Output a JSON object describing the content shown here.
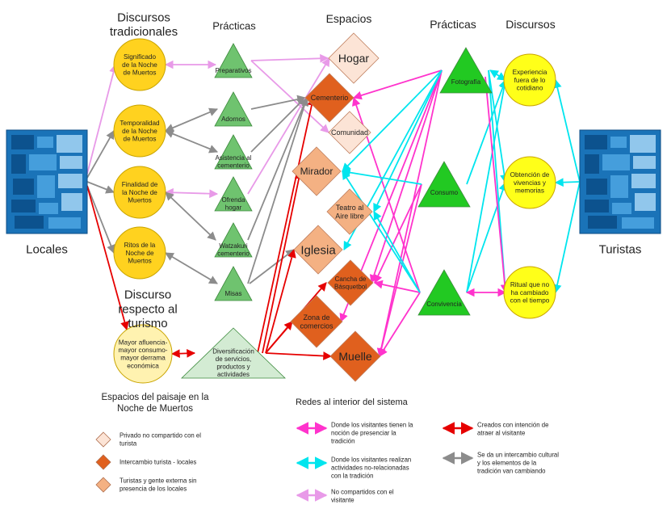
{
  "headers": {
    "discursos_tradicionales": [
      "Discursos",
      "tradicionales"
    ],
    "practicas_left": "Prácticas",
    "espacios": "Espacios",
    "practicas_right": "Prácticas",
    "discursos_right": "Discursos",
    "discurso_turismo": [
      "Discurso",
      "respecto al",
      "turismo"
    ]
  },
  "actors": {
    "locales": "Locales",
    "turistas": "Turistas"
  },
  "discursos_tradicionales": [
    [
      "Significado",
      "de la Noche",
      "de Muertos"
    ],
    [
      "Temporalidad",
      "de la Noche",
      "de Muertos"
    ],
    [
      "Finalidad de",
      "la Noche de",
      "Muertos"
    ],
    [
      "Ritos de la",
      "Noche de",
      "Muertos"
    ]
  ],
  "discurso_turismo_node": [
    "Mayor afluencia-",
    "mayor consumo-",
    "mayor derrama",
    "económica"
  ],
  "practicas_locales": [
    [
      "Preparativos"
    ],
    [
      "Adornos"
    ],
    [
      "Asistencia al",
      "cementerio"
    ],
    [
      "Ofrenda",
      "hogar"
    ],
    [
      "Watzakuri",
      "cementerio"
    ],
    [
      "Misas"
    ]
  ],
  "diversificacion": [
    "Diversificación",
    "de servicios,",
    "productos y",
    "actividades"
  ],
  "espacios": [
    [
      "Hogar"
    ],
    [
      "Cementerio"
    ],
    [
      "Comunidad"
    ],
    [
      "Mirador"
    ],
    [
      "Teatro al",
      "Aire libre"
    ],
    [
      "Iglesia"
    ],
    [
      "Cancha de",
      "Básquetbol"
    ],
    [
      "Zona de",
      "comercios"
    ],
    [
      "Muelle"
    ]
  ],
  "practicas_turistas": [
    [
      "Fotografía"
    ],
    [
      "Consumo"
    ],
    [
      "Convivencia"
    ]
  ],
  "discursos_turistas": [
    [
      "Experiencia",
      "fuera de lo",
      "cotidiano"
    ],
    [
      "Obtención de",
      "vivencias y",
      "memorias"
    ],
    [
      "Ritual que no",
      "ha cambiado",
      "con el tiempo"
    ]
  ],
  "legend_espacios": {
    "title": [
      "Espacios del paisaje en la",
      "Noche de Muertos"
    ],
    "items": [
      {
        "text": [
          "Privado no compartido con el",
          "turista"
        ],
        "color": "#fce4d6"
      },
      {
        "text": [
          "Intercambio turista - locales"
        ],
        "color": "#e0601e"
      },
      {
        "text": [
          "Turistas y gente externa sin",
          "presencia de los locales"
        ],
        "color": "#f4b183"
      }
    ]
  },
  "legend_redes": {
    "title": "Redes al interior del sistema",
    "items": [
      {
        "text": [
          "Donde los visitantes tienen la",
          "noción de presenciar la",
          "tradición"
        ],
        "color": "#ff33cc"
      },
      {
        "text": [
          "Donde los visitantes realizan",
          "actividades no-relacionadas",
          "con la tradición"
        ],
        "color": "#00e5ee"
      },
      {
        "text": [
          "No compartidos con el",
          "visitante"
        ],
        "color": "#e89ae8"
      },
      {
        "text": [
          "Creados con intención de",
          "atraer al visitante"
        ],
        "color": "#e60000"
      },
      {
        "text": [
          "Se da un intercambio cultural",
          "y los elementos de la",
          "tradición van cambiando"
        ],
        "color": "#8c8c8c"
      }
    ]
  },
  "colors": {
    "yellow_node": "#ffd21f",
    "yellow_bright": "#ffff19",
    "light_yellow": "#fff2b0",
    "green_light": "#6fc36f",
    "green_bright": "#22c922",
    "green_pale": "#d3ebd3",
    "hogar_fill": "#fce4d6",
    "orange_dark": "#e0601e",
    "orange_light": "#f4b183",
    "pink": "#ff33cc",
    "cyan": "#00e5ee",
    "lavender": "#e89ae8",
    "red": "#e60000",
    "gray": "#8c8c8c",
    "actor_blue": "#1a73b8"
  }
}
